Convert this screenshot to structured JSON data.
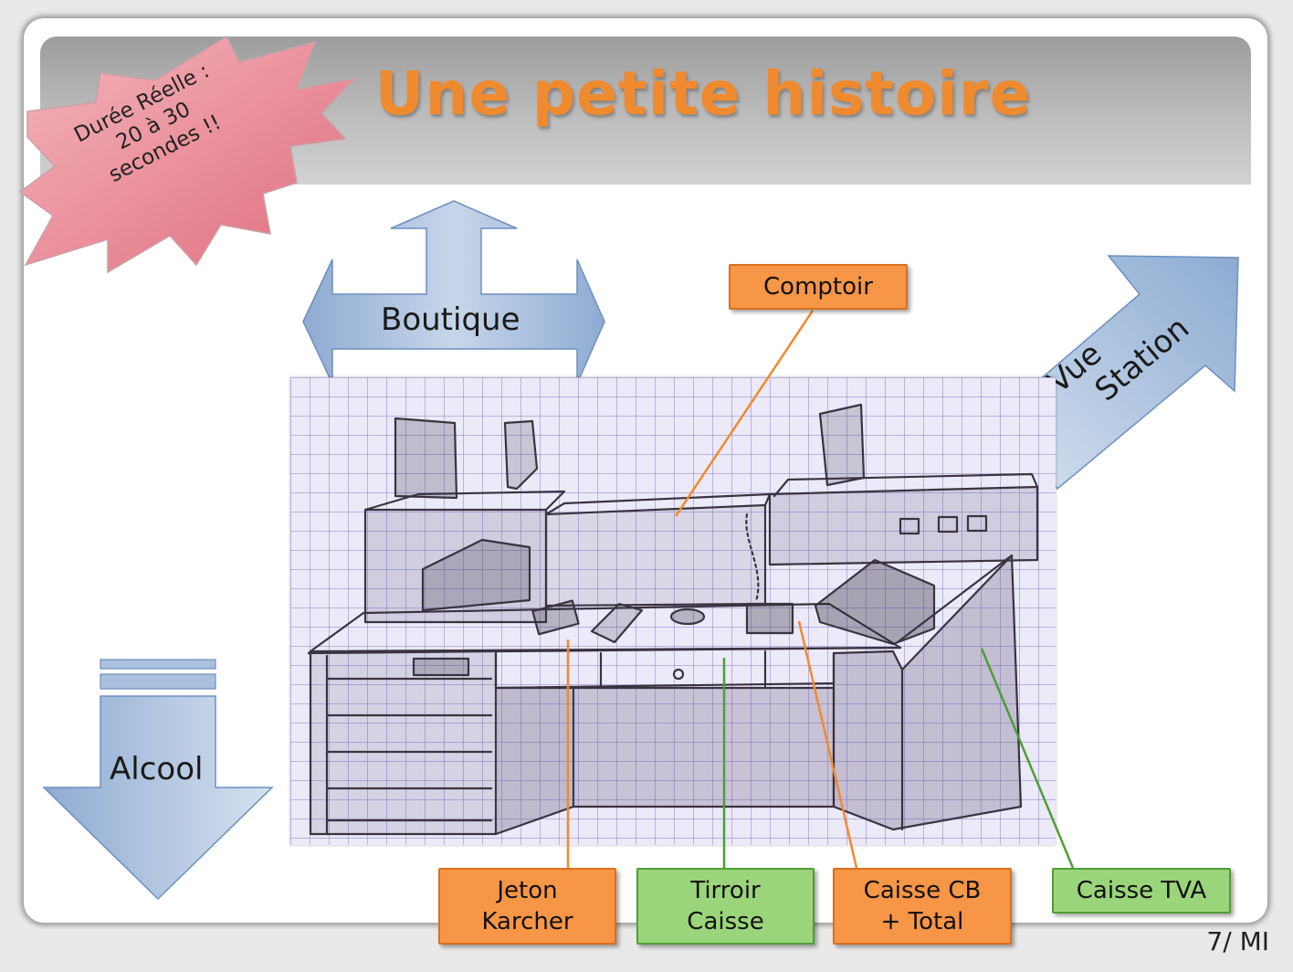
{
  "title": "Une petite histoire",
  "burst": {
    "line1": "Durée Réelle :",
    "line2": "20 à 30",
    "line3": "secondes !!"
  },
  "arrows": {
    "boutique": "Boutique",
    "vue": "Vue",
    "station": "Station",
    "alcool": "Alcool"
  },
  "labels": {
    "comptoir": "Comptoir",
    "jeton_line1": "Jeton",
    "jeton_line2": "Karcher",
    "tirroir_line1": "Tirroir",
    "tirroir_line2": "Caisse",
    "caisse_cb_line1": "Caisse CB",
    "caisse_cb_line2": "+ Total",
    "caisse_tva": "Caisse TVA"
  },
  "footer": "7/ MI",
  "colors": {
    "title": "#f08a2e",
    "orange_box": "#f79646",
    "green_box": "#9bd57b",
    "burst_fill": "#e9808f",
    "arrow_fill": "#9fb9d9"
  }
}
